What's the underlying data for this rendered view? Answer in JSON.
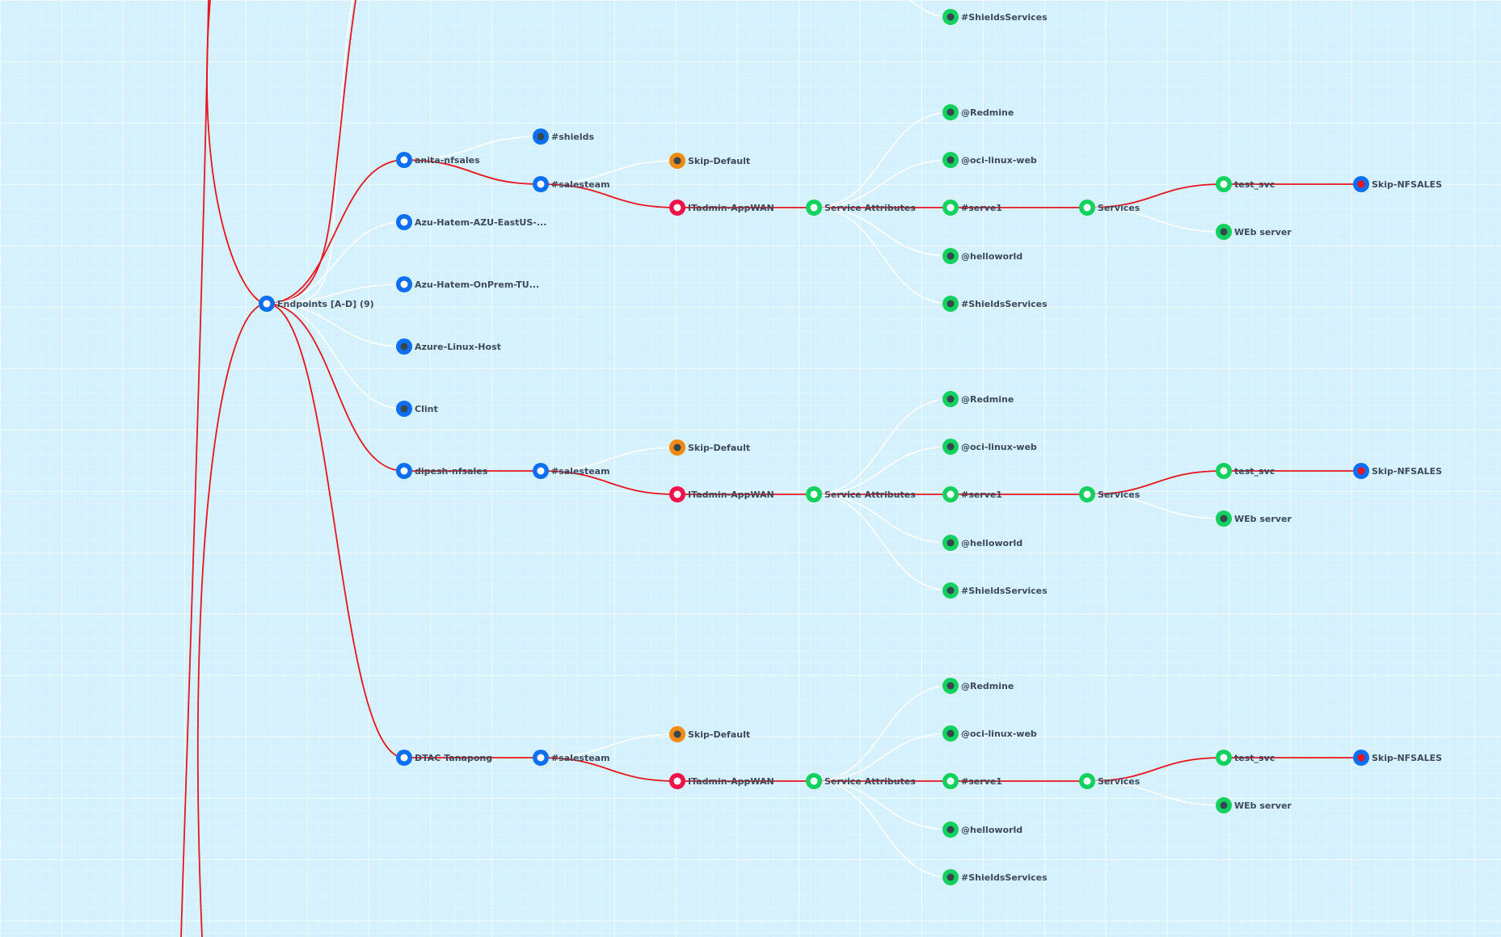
{
  "colors": {
    "endpoint": "#0c6ff2",
    "service": "#13d15f",
    "skip": "#f08a12",
    "appwan": "#f2124a",
    "dot_dark": "#37474f",
    "dot_red": "#e8141e",
    "link_active": "#e8141e",
    "link_normal": "#ffffff"
  },
  "nodes": [
    {
      "id": "top-shields",
      "label": "#ShieldsServices",
      "kind": "service",
      "dot": "dark"
    },
    {
      "id": "root",
      "label": "Endpoints [A-D] (9)",
      "kind": "endpoint",
      "dot": "hollow"
    },
    {
      "id": "anita",
      "label": "anita-nfsales",
      "kind": "endpoint",
      "dot": "hollow"
    },
    {
      "id": "azu1",
      "label": "Azu-Hatem-AZU-EastUS-...",
      "kind": "endpoint",
      "dot": "hollow"
    },
    {
      "id": "azu2",
      "label": "Azu-Hatem-OnPrem-TU...",
      "kind": "endpoint",
      "dot": "hollow"
    },
    {
      "id": "azlinux",
      "label": "Azure-Linux-Host",
      "kind": "endpoint",
      "dot": "dark"
    },
    {
      "id": "clint",
      "label": "Clint",
      "kind": "endpoint",
      "dot": "dark"
    },
    {
      "id": "dipesh",
      "label": "dipesh-nfsales",
      "kind": "endpoint",
      "dot": "hollow"
    },
    {
      "id": "dtac",
      "label": "DTAC Tanapong",
      "kind": "endpoint",
      "dot": "hollow"
    },
    {
      "id": "a-shields",
      "label": "#shields",
      "kind": "endpoint",
      "dot": "dark"
    },
    {
      "id": "a-sales",
      "label": "#salesteam",
      "kind": "endpoint",
      "dot": "hollow"
    },
    {
      "id": "a-skip",
      "label": "Skip-Default",
      "kind": "skip",
      "dot": "dark"
    },
    {
      "id": "a-appwan",
      "label": "ITadmin-AppWAN",
      "kind": "appwan",
      "dot": "hollow"
    },
    {
      "id": "a-sattr",
      "label": "Service Attributes",
      "kind": "service",
      "dot": "hollow"
    },
    {
      "id": "a-redmine",
      "label": "@Redmine",
      "kind": "service",
      "dot": "dark"
    },
    {
      "id": "a-oci",
      "label": "@oci-linux-web",
      "kind": "service",
      "dot": "dark"
    },
    {
      "id": "a-serve1",
      "label": "#serve1",
      "kind": "service",
      "dot": "hollow"
    },
    {
      "id": "a-hello",
      "label": "@helloworld",
      "kind": "service",
      "dot": "dark"
    },
    {
      "id": "a-shsvc",
      "label": "#ShieldsServices",
      "kind": "service",
      "dot": "dark"
    },
    {
      "id": "a-services",
      "label": "Services",
      "kind": "service",
      "dot": "hollow"
    },
    {
      "id": "a-testsvc",
      "label": "test_svc",
      "kind": "service",
      "dot": "hollow"
    },
    {
      "id": "a-web",
      "label": "WEb server",
      "kind": "service",
      "dot": "dark"
    },
    {
      "id": "a-skipnf",
      "label": "Skip-NFSALES",
      "kind": "endpoint",
      "dot": "red"
    },
    {
      "id": "d-sales",
      "label": "#salesteam",
      "kind": "endpoint",
      "dot": "hollow"
    },
    {
      "id": "d-skip",
      "label": "Skip-Default",
      "kind": "skip",
      "dot": "dark"
    },
    {
      "id": "d-appwan",
      "label": "ITadmin-AppWAN",
      "kind": "appwan",
      "dot": "hollow"
    },
    {
      "id": "d-sattr",
      "label": "Service Attributes",
      "kind": "service",
      "dot": "hollow"
    },
    {
      "id": "d-redmine",
      "label": "@Redmine",
      "kind": "service",
      "dot": "dark"
    },
    {
      "id": "d-oci",
      "label": "@oci-linux-web",
      "kind": "service",
      "dot": "dark"
    },
    {
      "id": "d-serve1",
      "label": "#serve1",
      "kind": "service",
      "dot": "hollow"
    },
    {
      "id": "d-hello",
      "label": "@helloworld",
      "kind": "service",
      "dot": "dark"
    },
    {
      "id": "d-shsvc",
      "label": "#ShieldsServices",
      "kind": "service",
      "dot": "dark"
    },
    {
      "id": "d-services",
      "label": "Services",
      "kind": "service",
      "dot": "hollow"
    },
    {
      "id": "d-testsvc",
      "label": "test_svc",
      "kind": "service",
      "dot": "hollow"
    },
    {
      "id": "d-web",
      "label": "WEb server",
      "kind": "service",
      "dot": "dark"
    },
    {
      "id": "d-skipnf",
      "label": "Skip-NFSALES",
      "kind": "endpoint",
      "dot": "red"
    },
    {
      "id": "t-sales",
      "label": "#salesteam",
      "kind": "endpoint",
      "dot": "hollow"
    },
    {
      "id": "t-skip",
      "label": "Skip-Default",
      "kind": "skip",
      "dot": "dark"
    },
    {
      "id": "t-appwan",
      "label": "ITadmin-AppWAN",
      "kind": "appwan",
      "dot": "hollow"
    },
    {
      "id": "t-sattr",
      "label": "Service Attributes",
      "kind": "service",
      "dot": "hollow"
    },
    {
      "id": "t-redmine",
      "label": "@Redmine",
      "kind": "service",
      "dot": "dark"
    },
    {
      "id": "t-oci",
      "label": "@oci-linux-web",
      "kind": "service",
      "dot": "dark"
    },
    {
      "id": "t-serve1",
      "label": "#serve1",
      "kind": "service",
      "dot": "hollow"
    },
    {
      "id": "t-hello",
      "label": "@helloworld",
      "kind": "service",
      "dot": "dark"
    },
    {
      "id": "t-shsvc",
      "label": "#ShieldsServices",
      "kind": "service",
      "dot": "dark"
    },
    {
      "id": "t-services",
      "label": "Services",
      "kind": "service",
      "dot": "hollow"
    },
    {
      "id": "t-testsvc",
      "label": "test_svc",
      "kind": "service",
      "dot": "hollow"
    },
    {
      "id": "t-web",
      "label": "WEb server",
      "kind": "service",
      "dot": "dark"
    },
    {
      "id": "t-skipnf",
      "label": "Skip-NFSALES",
      "kind": "endpoint",
      "dot": "red"
    }
  ],
  "links": [
    {
      "from": "root",
      "to": "anita",
      "active": true
    },
    {
      "from": "root",
      "to": "azu1",
      "active": false
    },
    {
      "from": "root",
      "to": "azu2",
      "active": false
    },
    {
      "from": "root",
      "to": "azlinux",
      "active": false
    },
    {
      "from": "root",
      "to": "clint",
      "active": false
    },
    {
      "from": "root",
      "to": "dipesh",
      "active": true
    },
    {
      "from": "root",
      "to": "dtac",
      "active": true
    },
    {
      "from": "anita",
      "to": "a-shields",
      "active": false
    },
    {
      "from": "anita",
      "to": "a-sales",
      "active": true
    },
    {
      "from": "a-sales",
      "to": "a-skip",
      "active": false
    },
    {
      "from": "a-sales",
      "to": "a-appwan",
      "active": true
    },
    {
      "from": "a-appwan",
      "to": "a-sattr",
      "active": true
    },
    {
      "from": "a-sattr",
      "to": "a-redmine",
      "active": false
    },
    {
      "from": "a-sattr",
      "to": "a-oci",
      "active": false
    },
    {
      "from": "a-sattr",
      "to": "a-serve1",
      "active": true
    },
    {
      "from": "a-sattr",
      "to": "a-hello",
      "active": false
    },
    {
      "from": "a-sattr",
      "to": "a-shsvc",
      "active": false
    },
    {
      "from": "a-serve1",
      "to": "a-services",
      "active": true
    },
    {
      "from": "a-services",
      "to": "a-testsvc",
      "active": true
    },
    {
      "from": "a-services",
      "to": "a-web",
      "active": false
    },
    {
      "from": "a-testsvc",
      "to": "a-skipnf",
      "active": true
    },
    {
      "from": "dipesh",
      "to": "d-sales",
      "active": true
    },
    {
      "from": "d-sales",
      "to": "d-skip",
      "active": false
    },
    {
      "from": "d-sales",
      "to": "d-appwan",
      "active": true
    },
    {
      "from": "d-appwan",
      "to": "d-sattr",
      "active": true
    },
    {
      "from": "d-sattr",
      "to": "d-redmine",
      "active": false
    },
    {
      "from": "d-sattr",
      "to": "d-oci",
      "active": false
    },
    {
      "from": "d-sattr",
      "to": "d-serve1",
      "active": true
    },
    {
      "from": "d-sattr",
      "to": "d-hello",
      "active": false
    },
    {
      "from": "d-sattr",
      "to": "d-shsvc",
      "active": false
    },
    {
      "from": "d-serve1",
      "to": "d-services",
      "active": true
    },
    {
      "from": "d-services",
      "to": "d-testsvc",
      "active": true
    },
    {
      "from": "d-services",
      "to": "d-web",
      "active": false
    },
    {
      "from": "d-testsvc",
      "to": "d-skipnf",
      "active": true
    },
    {
      "from": "dtac",
      "to": "t-sales",
      "active": true
    },
    {
      "from": "t-sales",
      "to": "t-skip",
      "active": false
    },
    {
      "from": "t-sales",
      "to": "t-appwan",
      "active": true
    },
    {
      "from": "t-appwan",
      "to": "t-sattr",
      "active": true
    },
    {
      "from": "t-sattr",
      "to": "t-redmine",
      "active": false
    },
    {
      "from": "t-sattr",
      "to": "t-oci",
      "active": false
    },
    {
      "from": "t-sattr",
      "to": "t-serve1",
      "active": true
    },
    {
      "from": "t-sattr",
      "to": "t-hello",
      "active": false
    },
    {
      "from": "t-sattr",
      "to": "t-shsvc",
      "active": false
    },
    {
      "from": "t-serve1",
      "to": "t-services",
      "active": true
    },
    {
      "from": "t-services",
      "to": "t-testsvc",
      "active": true
    },
    {
      "from": "t-services",
      "to": "t-web",
      "active": false
    },
    {
      "from": "t-testsvc",
      "to": "t-skipnf",
      "active": true
    }
  ]
}
